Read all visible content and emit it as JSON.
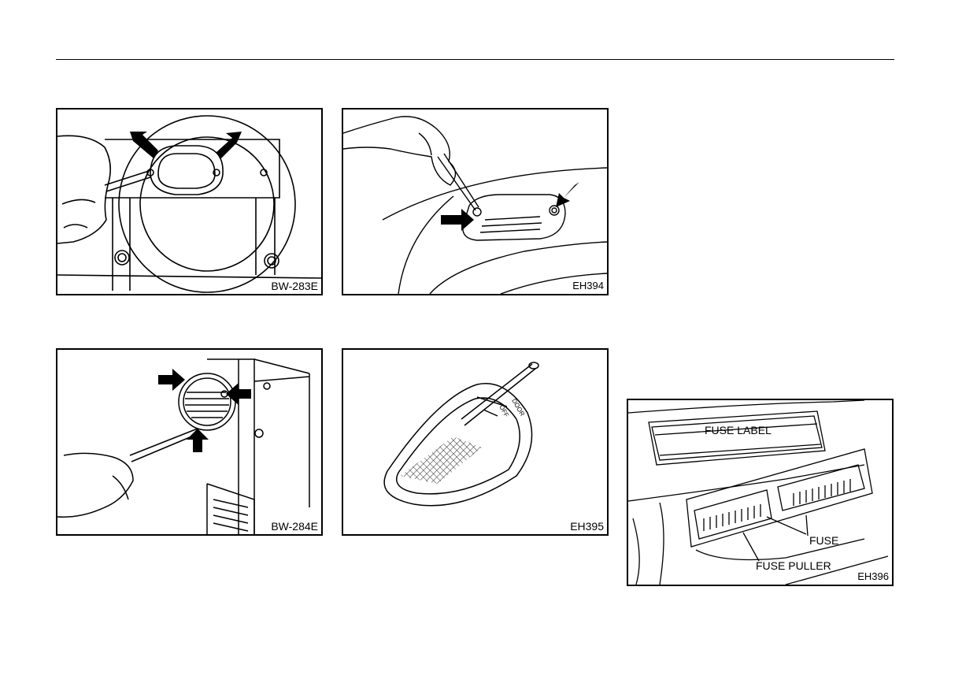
{
  "figures": [
    {
      "code": "BW-283E"
    },
    {
      "code": "EH394"
    },
    {
      "code": "BW-284E"
    },
    {
      "code": "EH395",
      "switch_labels": [
        "OFF",
        "DOOR"
      ]
    },
    {
      "code": "EH396",
      "labels": {
        "fuse_label": "FUSE LABEL",
        "fuse": "FUSE",
        "fuse_puller": "FUSE PULLER"
      }
    }
  ]
}
